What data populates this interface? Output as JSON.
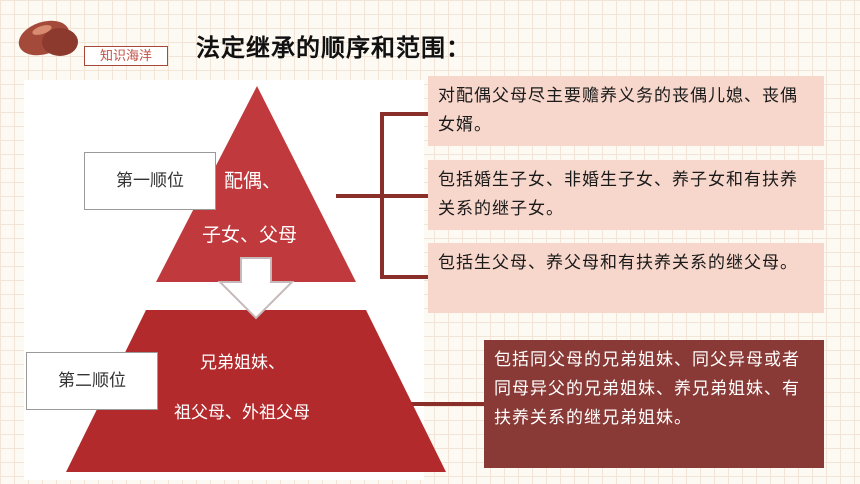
{
  "header": {
    "badge_label": "知识海洋",
    "title": "法定继承的顺序和范围："
  },
  "diagram": {
    "tier1": {
      "tag": "第一顺位",
      "members_line1": "配偶、",
      "members_line2": "子女、父母"
    },
    "tier2": {
      "tag": "第二顺位",
      "members_line1": "兄弟姐妹、",
      "members_line2": "祖父母、外祖父母"
    }
  },
  "notes": [
    "对配偶父母尽主要赡养义务的丧偶儿媳、丧偶女婿。",
    "包括婚生子女、非婚生子女、养子女和有扶养关系的继子女。",
    "包括生父母、养父母和有扶养关系的继父母。",
    "包括同父母的兄弟姐妹、同父异母或者同母异父的兄弟姐妹、养兄弟姐妹、有扶养关系的继兄弟姐妹。"
  ],
  "colors": {
    "triangle_top": "#c0393c",
    "trapezoid": "#b22a2c",
    "note_light": "#f7d6cb",
    "note_dark": "#8a3a36",
    "connector": "#8a2e2a"
  }
}
